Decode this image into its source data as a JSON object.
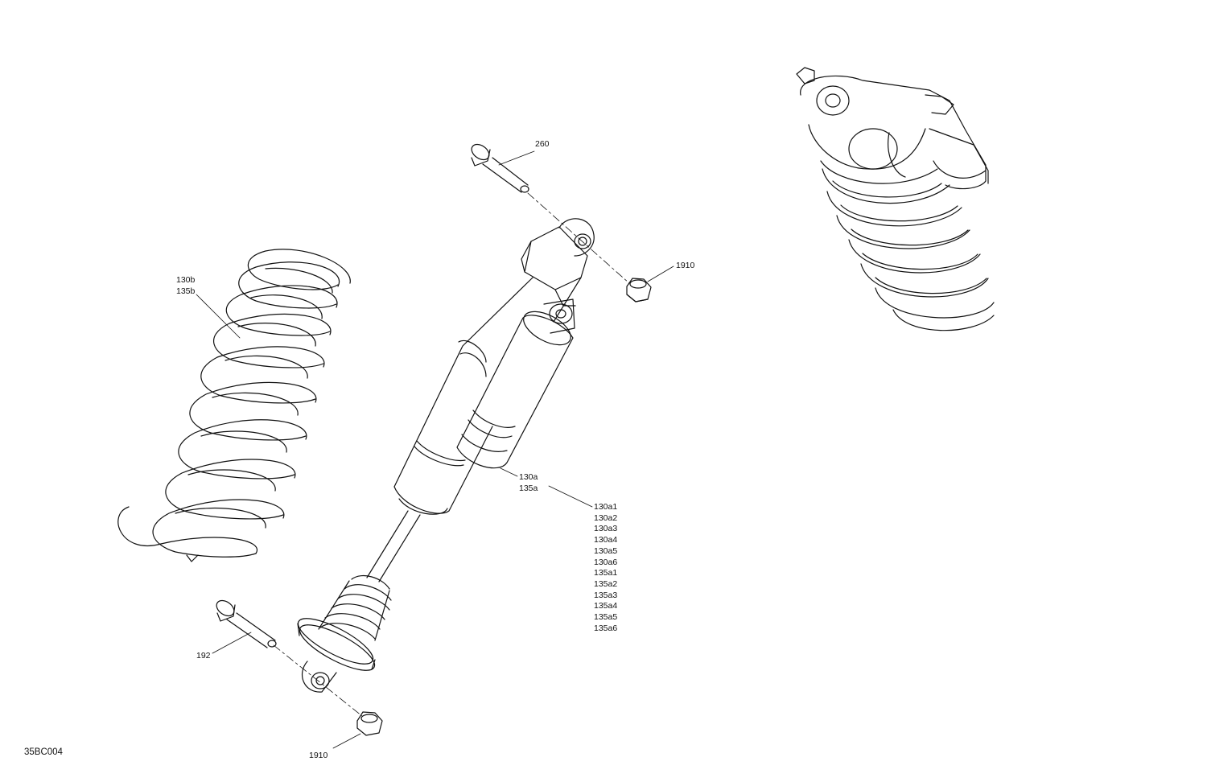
{
  "drawing_id": "35BC004",
  "callouts": {
    "bolt_top": "260",
    "nut_top": "1910",
    "spring": [
      "130b",
      "135b"
    ],
    "shock": [
      "130a",
      "135a"
    ],
    "variants": [
      "130a1",
      "130a2",
      "130a3",
      "130a4",
      "130a5",
      "130a6",
      "135a1",
      "135a2",
      "135a3",
      "135a4",
      "135a5",
      "135a6"
    ],
    "bolt_bottom": "192",
    "nut_bottom": "1910"
  },
  "colors": {
    "ink": "#111111",
    "background": "#ffffff"
  }
}
